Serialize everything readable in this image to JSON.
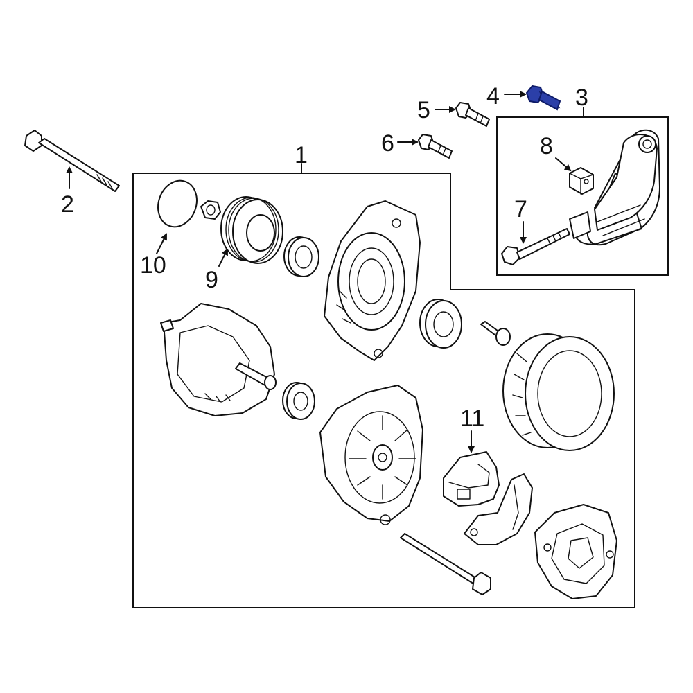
{
  "callouts": {
    "c1": "1",
    "c2": "2",
    "c3": "3",
    "c4": "4",
    "c5": "5",
    "c6": "6",
    "c7": "7",
    "c8": "8",
    "c9": "9",
    "c10": "10",
    "c11": "11"
  },
  "colors": {
    "line": "#111111",
    "highlight_fill": "#2b3fa8",
    "highlight_stroke": "#0d1a66",
    "background": "#ffffff"
  },
  "highlighted_part": "4"
}
